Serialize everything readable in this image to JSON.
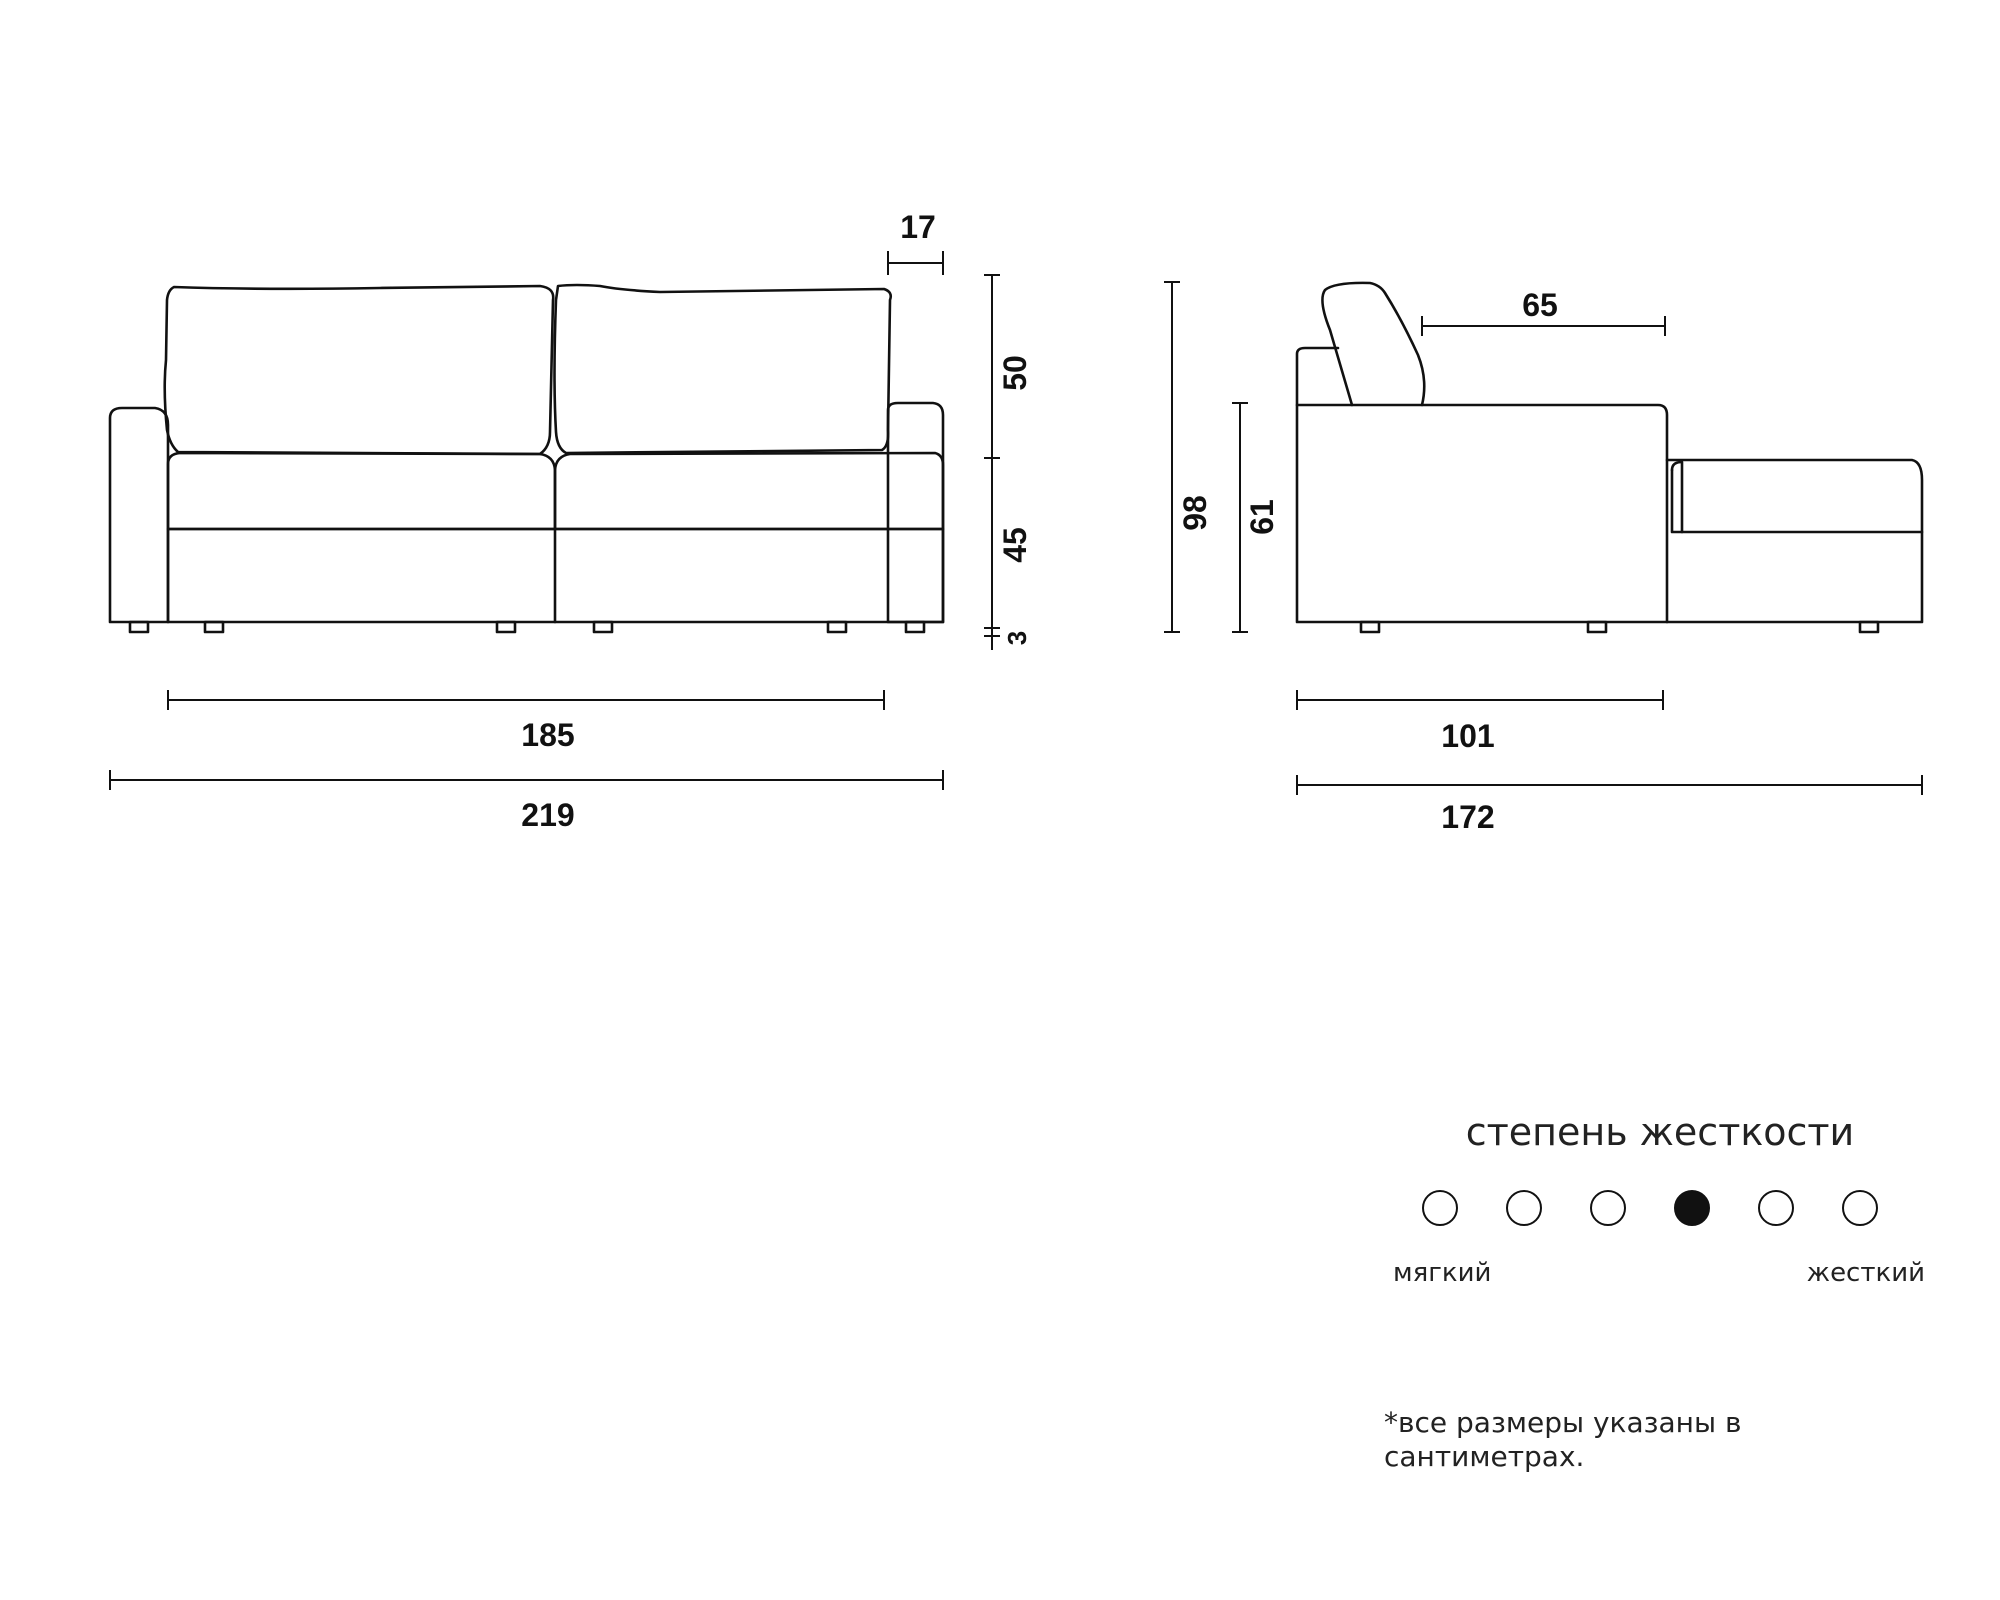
{
  "front_view": {
    "dims": {
      "inner_width": "185",
      "total_width": "219",
      "arm_width": "17",
      "back_height": "50",
      "seat_height": "45",
      "leg_height": "3"
    }
  },
  "side_view": {
    "dims": {
      "total_height": "98",
      "arm_height": "61",
      "seat_depth": "65",
      "depth": "101",
      "extended_depth": "172"
    }
  },
  "firmness": {
    "title": "степень жесткости",
    "min_label": "мягкий",
    "max_label": "жесткий",
    "levels": 6,
    "selected": 4
  },
  "note": "*все размеры указаны в сантиметрах."
}
